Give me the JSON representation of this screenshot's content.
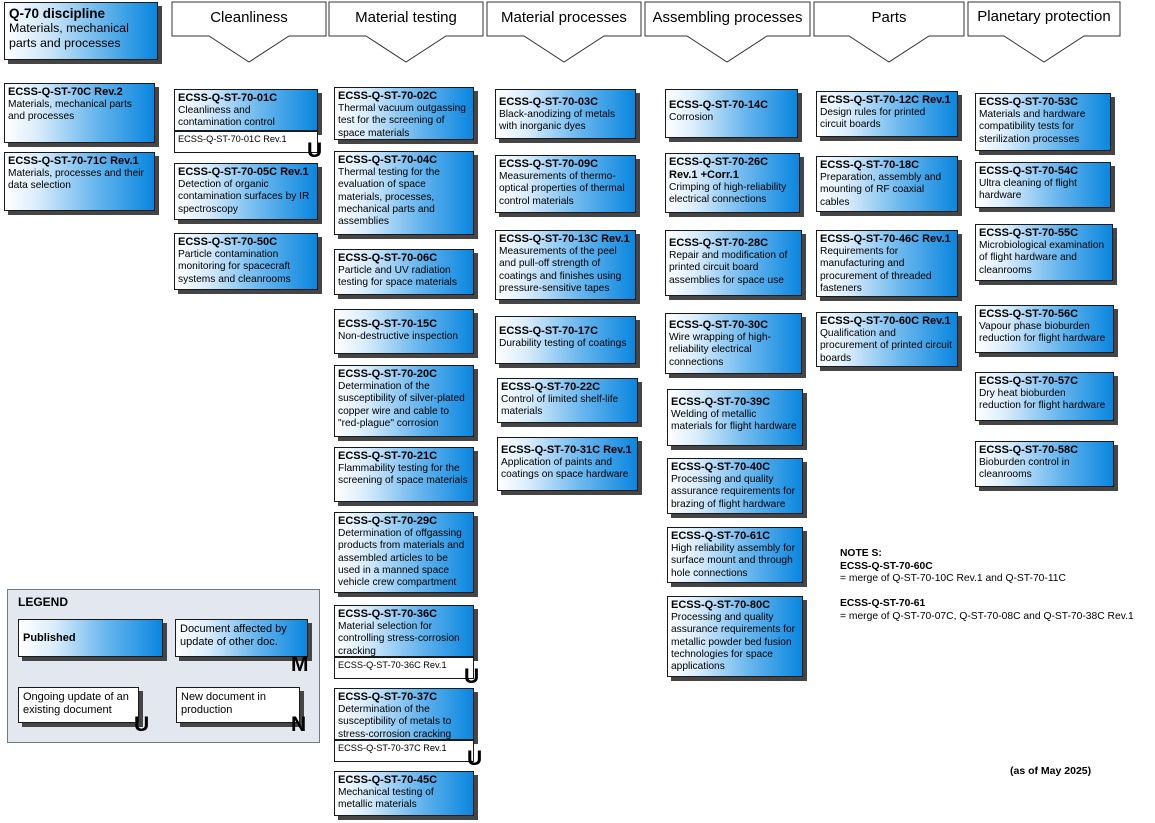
{
  "discipline": {
    "head": "Q-70 discipline",
    "sub": "Materials, mechanical parts and processes"
  },
  "sections": [
    "Cleanliness",
    "Material testing",
    "Material processes",
    "Assembling processes",
    "Parts",
    "Planetary protection"
  ],
  "general": [
    {
      "code": "ECSS-Q-ST-70C Rev.2",
      "title": "Materials, mechanical parts and processes"
    },
    {
      "code": "ECSS-Q-ST-70-71C Rev.1",
      "title": "Materials, processes and their data selection"
    }
  ],
  "cleanliness": [
    {
      "code": "ECSS-Q-ST-70-01C",
      "title": "Cleanliness and contamination control",
      "rev": "ECSS-Q-ST-70-01C Rev.1",
      "letter": "U"
    },
    {
      "code": "ECSS-Q-ST-70-05C Rev.1",
      "title": "Detection of organic contamination surfaces by IR spectroscopy"
    },
    {
      "code": "ECSS-Q-ST-70-50C",
      "title": "Particle contamination monitoring for spacecraft systems and cleanrooms"
    }
  ],
  "material_testing": [
    {
      "code": "ECSS-Q-ST-70-02C",
      "title": "Thermal vacuum outgassing test for the screening of space materials"
    },
    {
      "code": "ECSS-Q-ST-70-04C",
      "title": "Thermal testing for the evaluation of space materials, processes, mechanical parts and assemblies"
    },
    {
      "code": "ECSS-Q-ST-70-06C",
      "title": "Particle and UV radiation testing for space materials"
    },
    {
      "code": "ECSS-Q-ST-70-15C",
      "title": "Non-destructive inspection"
    },
    {
      "code": "ECSS-Q-ST-70-20C",
      "title": "Determination of the susceptibility of silver-plated copper wire and cable to \"red-plague\" corrosion"
    },
    {
      "code": "ECSS-Q-ST-70-21C",
      "title": "Flammability testing for the screening of space materials"
    },
    {
      "code": "ECSS-Q-ST-70-29C",
      "title": "Determination of offgassing products from materials and assembled articles to be used in a manned space vehicle crew compartment"
    },
    {
      "code": "ECSS-Q-ST-70-36C",
      "title": "Material selection for controlling stress-corrosion cracking",
      "rev": "ECSS-Q-ST-70-36C Rev.1",
      "letter": "U"
    },
    {
      "code": "ECSS-Q-ST-70-37C",
      "title": "Determination of the susceptibility of metals to stress-corrosion cracking",
      "rev": "ECSS-Q-ST-70-37C Rev.1",
      "letter": "U"
    },
    {
      "code": "ECSS-Q-ST-70-45C",
      "title": "Mechanical testing of metallic materials"
    }
  ],
  "material_processes": [
    {
      "code": "ECSS-Q-ST-70-03C",
      "title": "Black-anodizing of metals with inorganic dyes"
    },
    {
      "code": "ECSS-Q-ST-70-09C",
      "title": "Measurements of thermo-optical properties of thermal control materials"
    },
    {
      "code": "ECSS-Q-ST-70-13C Rev.1",
      "title": "Measurements of the peel and pull-off strength of coatings and finishes using pressure-sensitive tapes"
    },
    {
      "code": "ECSS-Q-ST-70-17C",
      "title": "Durability testing of coatings"
    },
    {
      "code": "ECSS-Q-ST-70-22C",
      "title": "Control of limited shelf-life materials"
    },
    {
      "code": "ECSS-Q-ST-70-31C Rev.1",
      "title": "Application of paints and coatings on space hardware"
    }
  ],
  "assembling_processes": [
    {
      "code": "ECSS-Q-ST-70-14C",
      "title": "Corrosion"
    },
    {
      "code": "ECSS-Q-ST-70-26C Rev.1 +Corr.1",
      "title": "Crimping of high-reliability electrical connections"
    },
    {
      "code": "ECSS-Q-ST-70-28C",
      "title": "Repair and modification of printed circuit board assemblies for space use"
    },
    {
      "code": "ECSS-Q-ST-70-30C",
      "title": "Wire wrapping of high-reliability electrical connections"
    },
    {
      "code": "ECSS-Q-ST-70-39C",
      "title": "Welding of metallic materials for flight hardware"
    },
    {
      "code": "ECSS-Q-ST-70-40C",
      "title": "Processing and quality assurance requirements for brazing of flight hardware"
    },
    {
      "code": "ECSS-Q-ST-70-61C",
      "title": "High reliability assembly for surface mount and through hole connections"
    },
    {
      "code": "ECSS-Q-ST-70-80C",
      "title": "Processing and quality assurance requirements for metallic powder bed fusion technologies for space applications"
    }
  ],
  "parts": [
    {
      "code": "ECSS-Q-ST-70-12C Rev.1",
      "title": "Design rules for printed circuit boards"
    },
    {
      "code": "ECSS-Q-ST-70-18C",
      "title": "Preparation, assembly and mounting of RF coaxial cables"
    },
    {
      "code": "ECSS-Q-ST-70-46C Rev.1",
      "title": "Requirements for manufacturing and procurement of threaded fasteners"
    },
    {
      "code": "ECSS-Q-ST-70-60C Rev.1",
      "title": "Qualification and procurement of printed circuit boards"
    }
  ],
  "planetary_protection": [
    {
      "code": "ECSS-Q-ST-70-53C",
      "title": "Materials and hardware compatibility tests for sterilization processes"
    },
    {
      "code": "ECSS-Q-ST-70-54C",
      "title": "Ultra cleaning of flight hardware"
    },
    {
      "code": "ECSS-Q-ST-70-55C",
      "title": "Microbiological examination of flight hardware and cleanrooms"
    },
    {
      "code": "ECSS-Q-ST-70-56C",
      "title": "Vapour phase bioburden reduction for flight hardware"
    },
    {
      "code": "ECSS-Q-ST-70-57C",
      "title": "Dry heat bioburden reduction for flight hardware"
    },
    {
      "code": "ECSS-Q-ST-70-58C",
      "title": "Bioburden control in cleanrooms"
    }
  ],
  "legend": {
    "title": "LEGEND",
    "published": "Published",
    "affected": "Document affected by update of other doc.",
    "affected_letter": "M",
    "ongoing": "Ongoing update of an existing document",
    "ongoing_letter": "U",
    "new_doc": "New document in production",
    "new_letter": "N"
  },
  "notes": {
    "title": "NOTE S:",
    "n1_code": "ECSS-Q-ST-70-60C",
    "n1_text": "= merge of Q-ST-70-10C Rev.1 and Q-ST-70-11C",
    "n2_code": "ECSS-Q-ST-70-61",
    "n2_text": "= merge of Q-ST-70-07C, Q-ST-70-08C and Q-ST-70-38C Rev.1"
  },
  "as_of": "(as of May 2025)",
  "colors": {
    "box_dark": "#0a86df",
    "box_light": "#ffffff",
    "shadow": "#454545",
    "legend_bg": "#e3e8f0"
  }
}
